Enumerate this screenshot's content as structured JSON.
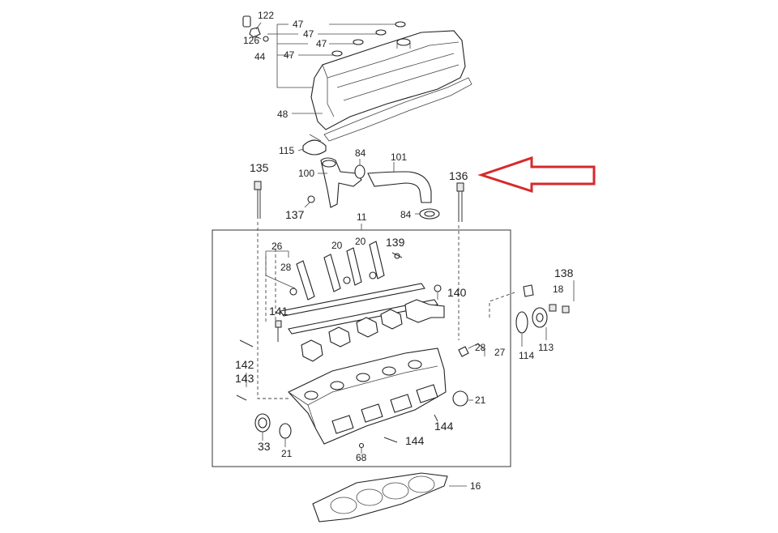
{
  "diagram": {
    "accent_color": "#d62a2a",
    "highlighted_part": "136",
    "callouts": {
      "c122": "122",
      "c126": "126",
      "c44": "44",
      "c47a": "47",
      "c47b": "47",
      "c47c": "47",
      "c47d": "47",
      "c48": "48",
      "c115": "115",
      "c84a": "84",
      "c101": "101",
      "c100": "100",
      "c135": "135",
      "c136": "136",
      "c137": "137",
      "c84b": "84",
      "c11": "11",
      "c26": "26",
      "c28a": "28",
      "c20a": "20",
      "c20b": "20",
      "c139": "139",
      "c140": "140",
      "c141": "141",
      "c138": "138",
      "c18": "18",
      "c114": "114",
      "c113": "113",
      "c28b": "28",
      "c27": "27",
      "c142": "142",
      "c143": "143",
      "c21a": "21",
      "c144a": "144",
      "c144b": "144",
      "c33": "33",
      "c21b": "21",
      "c68": "68",
      "c16": "16"
    }
  }
}
